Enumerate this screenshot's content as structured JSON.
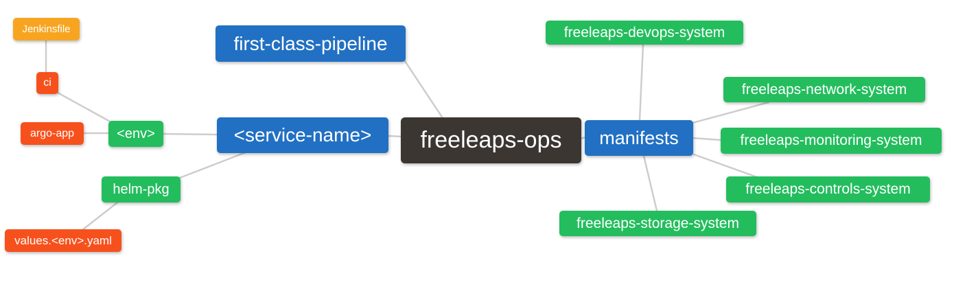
{
  "diagram": {
    "type": "mindmap",
    "root": "freeleaps-ops"
  },
  "palette": {
    "root_bg": "#3b3632",
    "level1_bg": "#2170c3",
    "level2_bg": "#23bd5d",
    "level3_bg": "#f6511d",
    "level4_bg": "#f7a521",
    "edge_color": "#cdcdcd",
    "text_color": "#ffffff",
    "canvas_bg": "#ffffff"
  },
  "nodes": {
    "freeleaps_ops": {
      "label": "freeleaps-ops",
      "level": 0
    },
    "first_class_pipeline": {
      "label": "first-class-pipeline",
      "level": 1
    },
    "service_name": {
      "label": "<service-name>",
      "level": 1
    },
    "manifests": {
      "label": "manifests",
      "level": 1
    },
    "env": {
      "label": "<env>",
      "level": 2
    },
    "helm_pkg": {
      "label": "helm-pkg",
      "level": 2
    },
    "devops_system": {
      "label": "freeleaps-devops-system",
      "level": 2
    },
    "network_system": {
      "label": "freeleaps-network-system",
      "level": 2
    },
    "monitoring_system": {
      "label": "freeleaps-monitoring-system",
      "level": 2
    },
    "controls_system": {
      "label": "freeleaps-controls-system",
      "level": 2
    },
    "storage_system": {
      "label": "freeleaps-storage-system",
      "level": 2
    },
    "ci": {
      "label": "ci",
      "level": 3
    },
    "argo_app": {
      "label": "argo-app",
      "level": 3
    },
    "values_env_yaml": {
      "label": "values.<env>.yaml",
      "level": 3
    },
    "jenkinsfile": {
      "label": "Jenkinsfile",
      "level": 4
    }
  },
  "edges": [
    {
      "from": "freeleaps_ops",
      "to": "first_class_pipeline"
    },
    {
      "from": "freeleaps_ops",
      "to": "service_name"
    },
    {
      "from": "freeleaps_ops",
      "to": "manifests"
    },
    {
      "from": "service_name",
      "to": "env"
    },
    {
      "from": "service_name",
      "to": "helm_pkg"
    },
    {
      "from": "env",
      "to": "ci"
    },
    {
      "from": "env",
      "to": "argo_app"
    },
    {
      "from": "ci",
      "to": "jenkinsfile"
    },
    {
      "from": "helm_pkg",
      "to": "values_env_yaml"
    },
    {
      "from": "manifests",
      "to": "devops_system"
    },
    {
      "from": "manifests",
      "to": "network_system"
    },
    {
      "from": "manifests",
      "to": "monitoring_system"
    },
    {
      "from": "manifests",
      "to": "controls_system"
    },
    {
      "from": "manifests",
      "to": "storage_system"
    }
  ]
}
